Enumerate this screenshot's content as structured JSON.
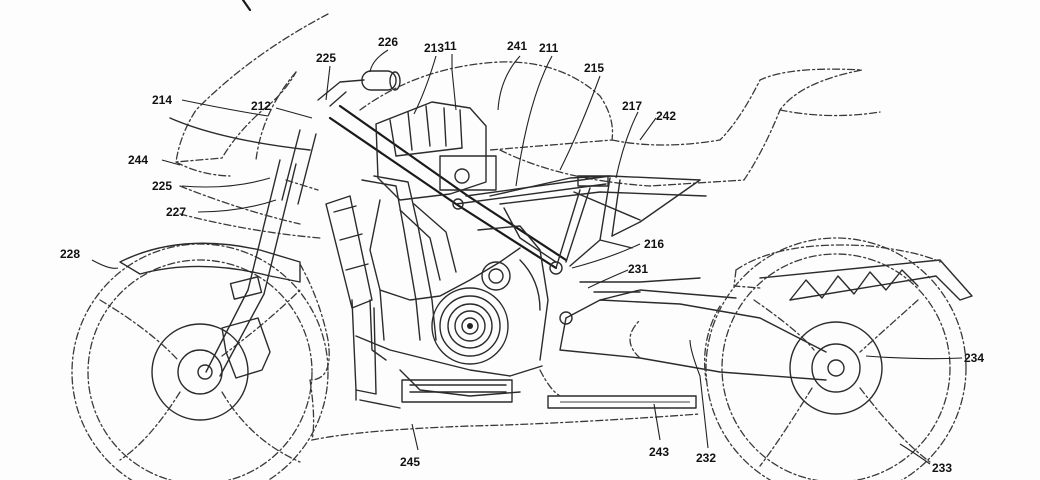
{
  "reference_labels": {
    "r11": "11",
    "r211": "211",
    "r212": "212",
    "r213": "213",
    "r214": "214",
    "r215": "215",
    "r216": "216",
    "r217": "217",
    "r225a": "225",
    "r225b": "225",
    "r226": "226",
    "r227": "227",
    "r228": "228",
    "r231": "231",
    "r232": "232",
    "r233": "233",
    "r234": "234",
    "r241": "241",
    "r242": "242",
    "r243": "243",
    "r244": "244",
    "r245": "245"
  },
  "colors": {
    "line": "#2b2b2b",
    "background": "#fdfdfd"
  }
}
